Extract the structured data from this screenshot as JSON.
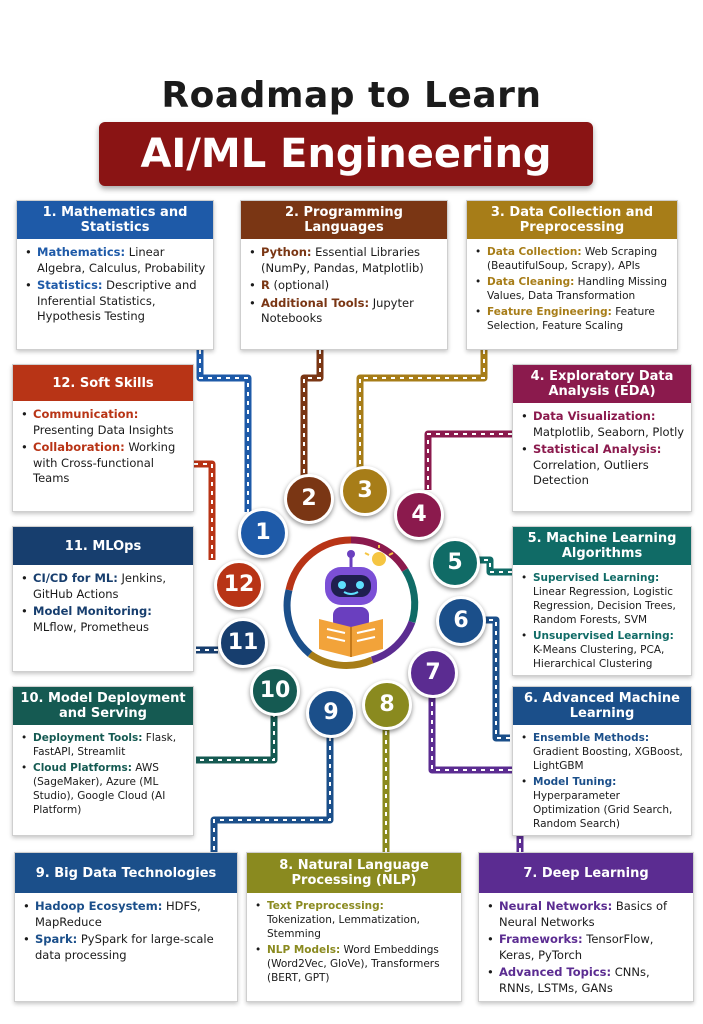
{
  "title_line1": "Roadmap to Learn",
  "title_line2": "AI/ML Engineering",
  "colors": {
    "s1": "#1e5aa8",
    "s2": "#7a3614",
    "s3": "#a77d18",
    "s4": "#8b1a4d",
    "s5": "#106b66",
    "s6": "#1b4f8a",
    "s7": "#5b2c91",
    "s8": "#8a8a1f",
    "s9": "#1b4f8a",
    "s10": "#155a52",
    "s11": "#173e6e",
    "s12": "#b83416"
  },
  "sections": {
    "s1": {
      "number": "1",
      "title": "1. Mathematics and Statistics",
      "items": [
        {
          "k": "Mathematics:",
          "v": " Linear Algebra, Calculus, Probability"
        },
        {
          "k": "Statistics:",
          "v": " Descriptive and Inferential Statistics, Hypothesis Testing"
        }
      ]
    },
    "s2": {
      "number": "2",
      "title": "2. Programming Languages",
      "items": [
        {
          "k": "Python:",
          "v": " Essential Libraries (NumPy, Pandas, Matplotlib)"
        },
        {
          "k": "R",
          "v": " (optional)"
        },
        {
          "k": "Additional Tools:",
          "v": " Jupyter Notebooks"
        }
      ]
    },
    "s3": {
      "number": "3",
      "title": "3. Data Collection and Preprocessing",
      "items": [
        {
          "k": "Data Collection:",
          "v": " Web Scraping (BeautifulSoup, Scrapy), APIs"
        },
        {
          "k": "Data Cleaning:",
          "v": " Handling Missing Values, Data Transformation"
        },
        {
          "k": "Feature Engineering:",
          "v": " Feature Selection, Feature Scaling"
        }
      ]
    },
    "s4": {
      "number": "4",
      "title": "4. Exploratory Data Analysis (EDA)",
      "items": [
        {
          "k": "Data Visualization:",
          "v": " Matplotlib, Seaborn, Plotly"
        },
        {
          "k": "Statistical Analysis:",
          "v": " Correlation, Outliers Detection"
        }
      ]
    },
    "s5": {
      "number": "5",
      "title": "5. Machine Learning Algorithms",
      "items": [
        {
          "k": "Supervised Learning:",
          "v": " Linear Regression, Logistic Regression, Decision Trees, Random Forests, SVM"
        },
        {
          "k": "Unsupervised Learning:",
          "v": " K-Means Clustering, PCA, Hierarchical Clustering"
        }
      ]
    },
    "s6": {
      "number": "6",
      "title": "6. Advanced Machine Learning",
      "items": [
        {
          "k": "Ensemble Methods:",
          "v": " Gradient Boosting, XGBoost, LightGBM"
        },
        {
          "k": "Model Tuning:",
          "v": " Hyperparameter Optimization (Grid Search, Random Search)"
        }
      ]
    },
    "s7": {
      "number": "7",
      "title": "7. Deep Learning",
      "items": [
        {
          "k": "Neural Networks:",
          "v": " Basics of Neural Networks"
        },
        {
          "k": "Frameworks:",
          "v": " TensorFlow, Keras, PyTorch"
        },
        {
          "k": "Advanced Topics:",
          "v": " CNNs, RNNs, LSTMs, GANs"
        }
      ]
    },
    "s8": {
      "number": "8",
      "title": "8. Natural Language Processing (NLP)",
      "items": [
        {
          "k": "Text Preprocessing:",
          "v": " Tokenization, Lemmatization, Stemming"
        },
        {
          "k": "NLP Models:",
          "v": " Word Embeddings (Word2Vec, GloVe), Transformers (BERT, GPT)"
        }
      ]
    },
    "s9": {
      "number": "9",
      "title": "9. Big Data Technologies",
      "items": [
        {
          "k": "Hadoop Ecosystem:",
          "v": " HDFS, MapReduce"
        },
        {
          "k": "Spark:",
          "v": " PySpark for large-scale data processing"
        }
      ]
    },
    "s10": {
      "number": "10",
      "title": "10. Model Deployment and Serving",
      "items": [
        {
          "k": "Deployment Tools:",
          "v": " Flask, FastAPI, Streamlit"
        },
        {
          "k": "Cloud Platforms:",
          "v": " AWS (SageMaker), Azure (ML Studio), Google Cloud (AI Platform)"
        }
      ]
    },
    "s11": {
      "number": "11",
      "title": "11. MLOps",
      "items": [
        {
          "k": "CI/CD for ML:",
          "v": " Jenkins, GitHub Actions"
        },
        {
          "k": "Model Monitoring:",
          "v": " MLflow, Prometheus"
        }
      ]
    },
    "s12": {
      "number": "12",
      "title": "12. Soft Skills",
      "items": [
        {
          "k": "Communication:",
          "v": " Presenting Data Insights"
        },
        {
          "k": "Collaboration:",
          "v": " Working with Cross-functional Teams"
        }
      ]
    }
  }
}
